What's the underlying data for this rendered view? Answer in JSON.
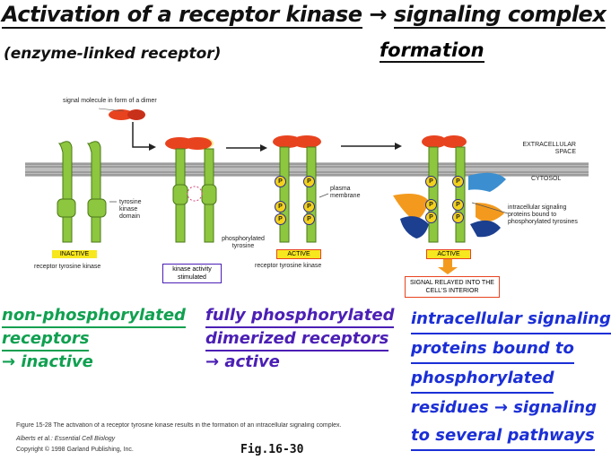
{
  "title": {
    "part1": "Activation of a receptor kinase",
    "arrow": "→",
    "part2": "signaling complex",
    "part3": "formation"
  },
  "subtitle": "(enzyme-linked receptor)",
  "diagram": {
    "signal_label": "signal molecule in form of a dimer",
    "extracellular": "EXTRACELLULAR SPACE",
    "cytosol": "CYTOSOL",
    "tyrosine_kinase": "tyrosine kinase domain",
    "plasma_membrane": "plasma membrane",
    "phosphorylated_tyrosine": "phosphorylated tyrosine",
    "intracellular_proteins": "intracellular signaling proteins bound to phosphorylated tyrosines",
    "inactive": "INACTIVE",
    "inactive_caption": "receptor tyrosine kinase",
    "kinase_activity": "kinase activity stimulated",
    "active1": "ACTIVE",
    "active1_caption": "receptor tyrosine kinase",
    "active2": "ACTIVE",
    "signal_relayed": "SIGNAL RELAYED INTO THE CELL'S INTERIOR",
    "phospho_symbol": "P"
  },
  "notes": {
    "green": [
      "non-phosphorylated",
      "receptors",
      "→ inactive"
    ],
    "purple": [
      "fully phosphorylated",
      "dimerized receptors",
      "→ active"
    ],
    "blue": [
      "intracellular signaling",
      "proteins bound to",
      "phosphorylated",
      "residues → signaling",
      "to several pathways"
    ]
  },
  "figure_caption": {
    "line1": "Figure 15-28 The activation of a receptor tyrosine kinase results in the formation of an intracellular signaling complex.",
    "line2": "Alberts et al.: Essential Cell Biology",
    "line3": "Copyright © 1998 Garland Publishing, Inc.",
    "fig_label": "Fig.16-30"
  },
  "colors": {
    "receptor": "#8dc63f",
    "signal": "#e8431f",
    "membrane": "#999999",
    "phospho": "#f3d21b",
    "protein_blue": "#3b8fd0",
    "protein_orange": "#f39a1e",
    "protein_navy": "#1c3f8f",
    "green_ink": "#10a050",
    "purple_ink": "#4b1fb5",
    "blue_ink": "#1b2fd6"
  }
}
